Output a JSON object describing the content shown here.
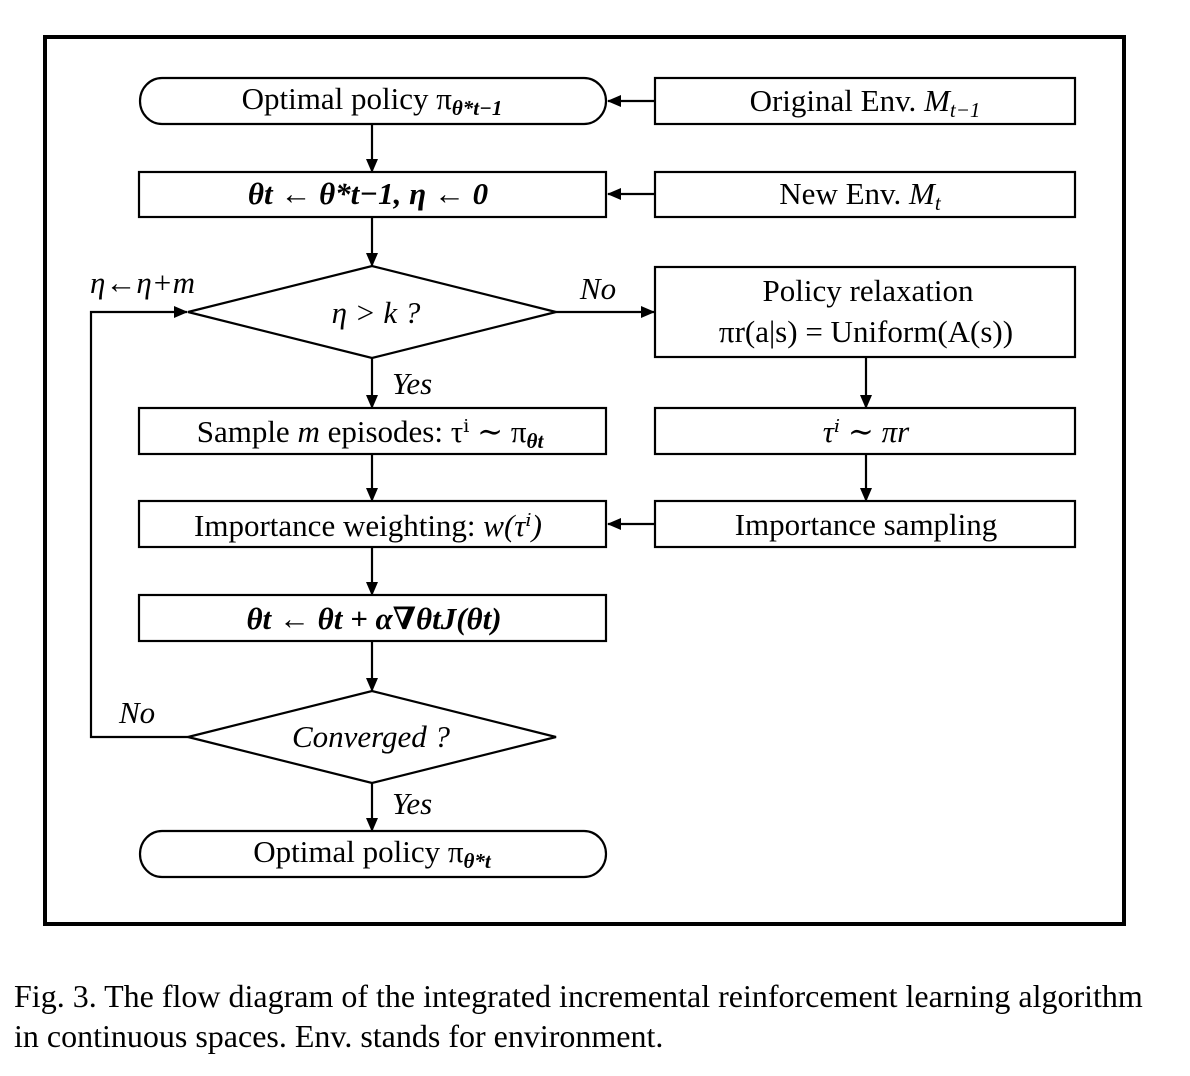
{
  "diagram": {
    "nodes": {
      "start": {
        "text": "Optimal policy π",
        "sub": "θ*t−1"
      },
      "orig_env": {
        "text": "Original Env. ",
        "var": "M",
        "sub": "t−1"
      },
      "init": {
        "text": "θt ← θ*t−1,  η ← 0"
      },
      "new_env": {
        "text": "New Env. ",
        "var": "M",
        "sub": "t"
      },
      "decision1": {
        "text": "η > k ?"
      },
      "relax_title": {
        "text": "Policy relaxation"
      },
      "relax_formula": {
        "text": "πr(a|s) = Uniform(A(s))"
      },
      "sample": {
        "text": "Sample ",
        "var": "m",
        "rest": " episodes: τⁱ ∼ π",
        "sub": "θt"
      },
      "sample_r": {
        "text": "τⁱ ∼ πr"
      },
      "weight": {
        "text": "Importance weighting: ",
        "formula": "w(τⁱ)"
      },
      "imp_sampling": {
        "text": "Importance sampling"
      },
      "update": {
        "text": "θt ← θt + α∇θtJ(θt)"
      },
      "decision2": {
        "text": "Converged ?"
      },
      "end": {
        "text": "Optimal policy π",
        "sub": "θ*t"
      }
    },
    "edge_labels": {
      "no1": "No",
      "yes1": "Yes",
      "loop": "η←η+m",
      "no2": "No",
      "yes2": "Yes"
    }
  },
  "caption": "Fig. 3.  The flow diagram of the integrated incremental reinforcement learning algorithm in continuous spaces. Env. stands for environment."
}
